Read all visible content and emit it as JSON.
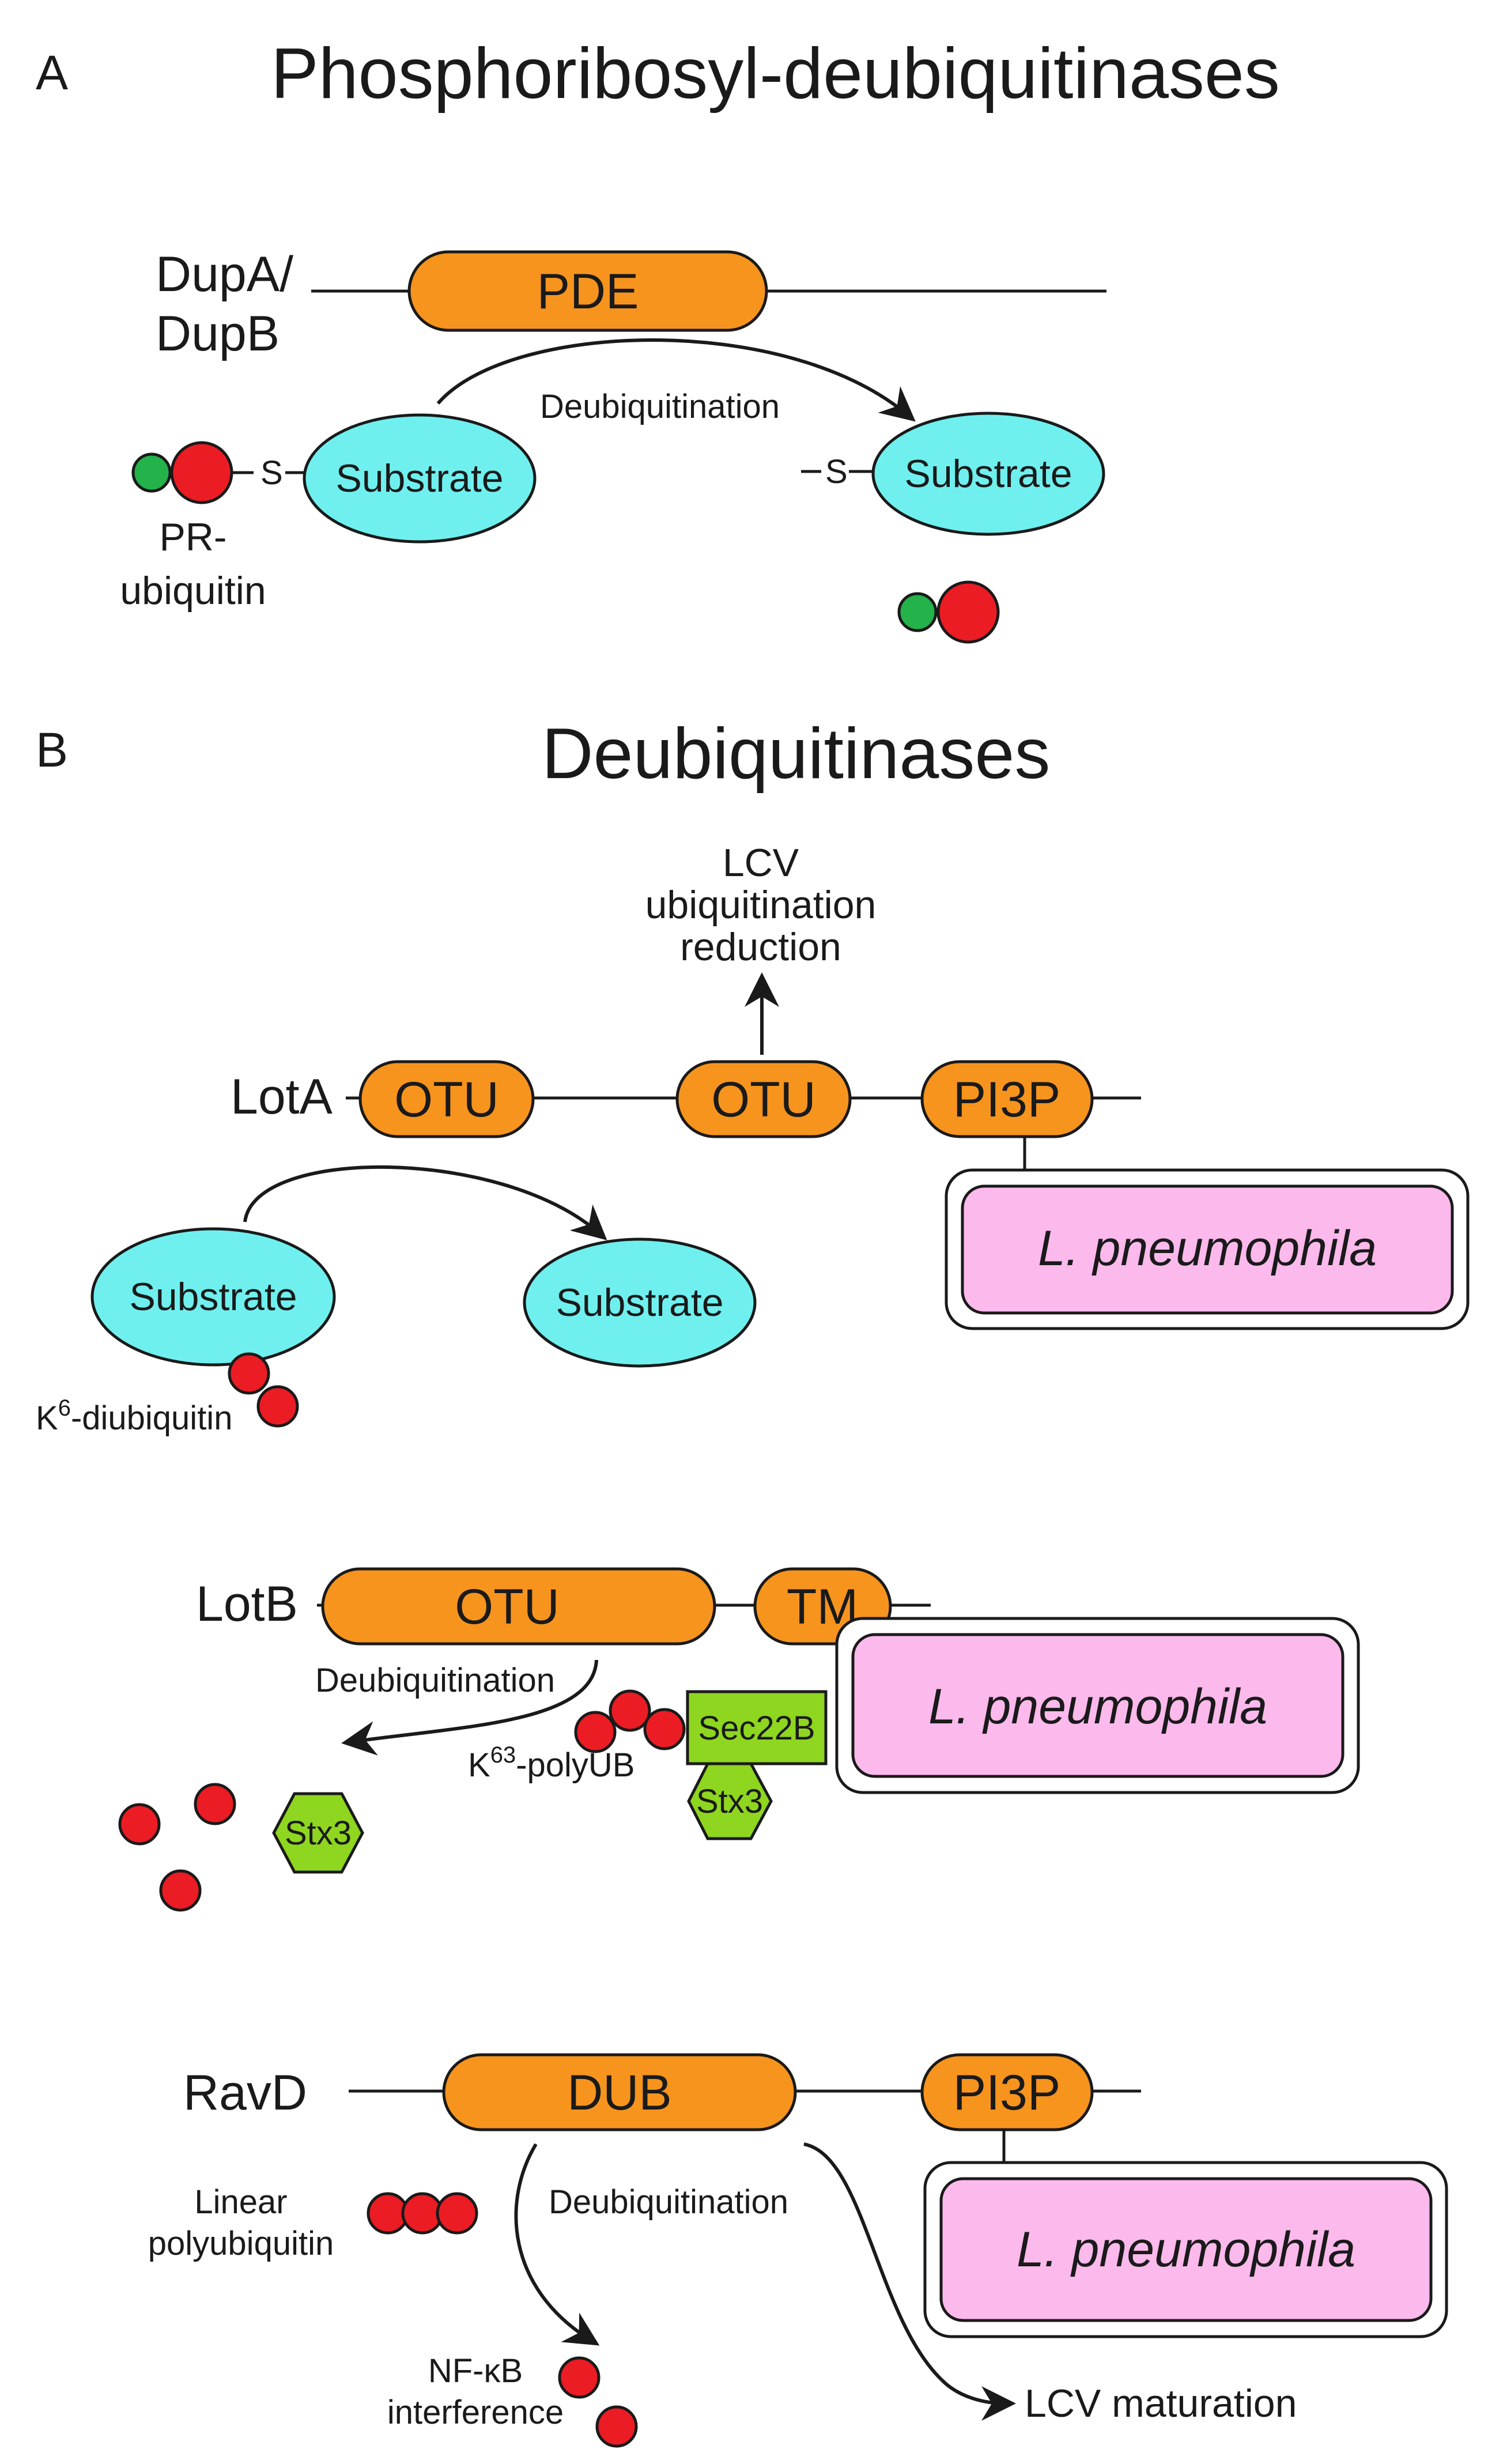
{
  "panel_a": {
    "letter": "A",
    "title": "Phosphoribosyl-deubiquitinases",
    "protein_line1": "DupA/",
    "protein_line2": "DupB",
    "domain": "PDE",
    "process": "Deubiquitination",
    "substrate_left": "Substrate",
    "substrate_right": "Substrate",
    "thioester_left": "S",
    "thioester_right": "S",
    "pr_ub_line1": "PR-",
    "pr_ub_line2": "ubiquitin"
  },
  "panel_b": {
    "letter": "B",
    "title": "Deubiquitinases",
    "lota": {
      "protein": "LotA",
      "domain1": "OTU",
      "domain2": "OTU",
      "domain3": "PI3P",
      "effect_line1": "LCV",
      "effect_line2": "ubiquitination",
      "effect_line3": "reduction",
      "substrate_left": "Substrate",
      "substrate_right": "Substrate",
      "ub_label_prefix": "K",
      "ub_label_sup": "6",
      "ub_label_suffix": "-diubiquitin",
      "bacterium": "L. pneumophila"
    },
    "lotb": {
      "protein": "LotB",
      "domain1": "OTU",
      "domain2": "TM",
      "process": "Deubiquitination",
      "poly_prefix": "K",
      "poly_sup": "63",
      "poly_suffix": "-polyUB",
      "sec22b": "Sec22B",
      "stx3_bound": "Stx3",
      "stx3_free": "Stx3",
      "bacterium": "L. pneumophila"
    },
    "ravd": {
      "protein": "RavD",
      "domain1": "DUB",
      "domain2": "PI3P",
      "linear_line1": "Linear",
      "linear_line2": "polyubiquitin",
      "process": "Deubiquitination",
      "nfkb_line1": "NF-κB",
      "nfkb_line2": "interference",
      "lcv_maturation": "LCV maturation",
      "bacterium": "L. pneumophila"
    }
  },
  "colors": {
    "domain": "#f7941d",
    "substrate": "#6ff0ef",
    "ubiquitin": "#ec1c24",
    "phosphoribose": "#24b24b",
    "snare": "#8ed61f",
    "bacterium": "#fbb9ec"
  }
}
